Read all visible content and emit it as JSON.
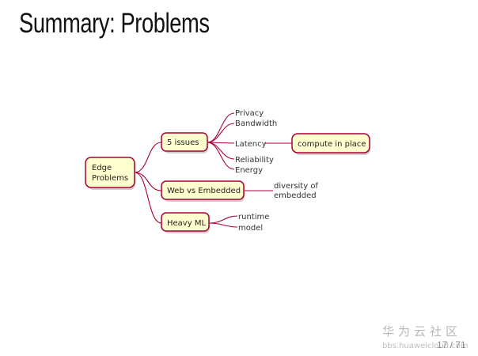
{
  "slide": {
    "title": "Summary: Problems",
    "page_number": "17 / 71"
  },
  "watermark": {
    "chinese": "华为云社区",
    "url": "bbs.huaweicloud.com"
  },
  "mindmap": {
    "root": {
      "line1": "Edge",
      "line2": "Problems"
    },
    "branch_issues": {
      "label": "5 issues",
      "leaves": [
        "Privacy",
        "Bandwidth",
        "Latency",
        "Reliability",
        "Energy"
      ],
      "latency_child": "compute in place"
    },
    "branch_web": {
      "label": "Web vs Embedded",
      "leaf_line1": "diversity of",
      "leaf_line2": "embedded"
    },
    "branch_ml": {
      "label": "Heavy ML",
      "leaves": [
        "runtime",
        "model"
      ]
    },
    "colors": {
      "node_fill": "#fefece",
      "node_border": "#a80036",
      "edge": "#a80036"
    }
  }
}
